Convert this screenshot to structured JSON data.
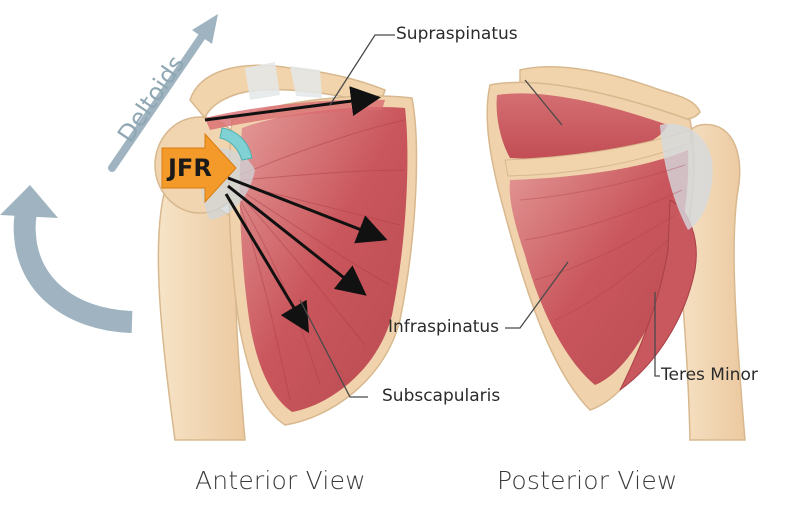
{
  "labels": {
    "supraspinatus": "Supraspinatus",
    "infraspinatus": "Infraspinatus",
    "subscapularis": "Subscapularis",
    "teres_minor": "Teres Minor",
    "deltoids": "Deltoids",
    "jfr": "JFR"
  },
  "views": {
    "anterior": "Anterior View",
    "posterior": "Posterior View"
  },
  "colors": {
    "muscle": "#c8585e",
    "muscle_light": "#e08a8a",
    "bone": "#f2d9b6",
    "bone_edge": "#d8b88e",
    "tendon": "#d8dde0",
    "arrow_blue": "#9fb4c0",
    "jfr_orange": "#f39a2b",
    "leader": "#4a4a4a"
  }
}
